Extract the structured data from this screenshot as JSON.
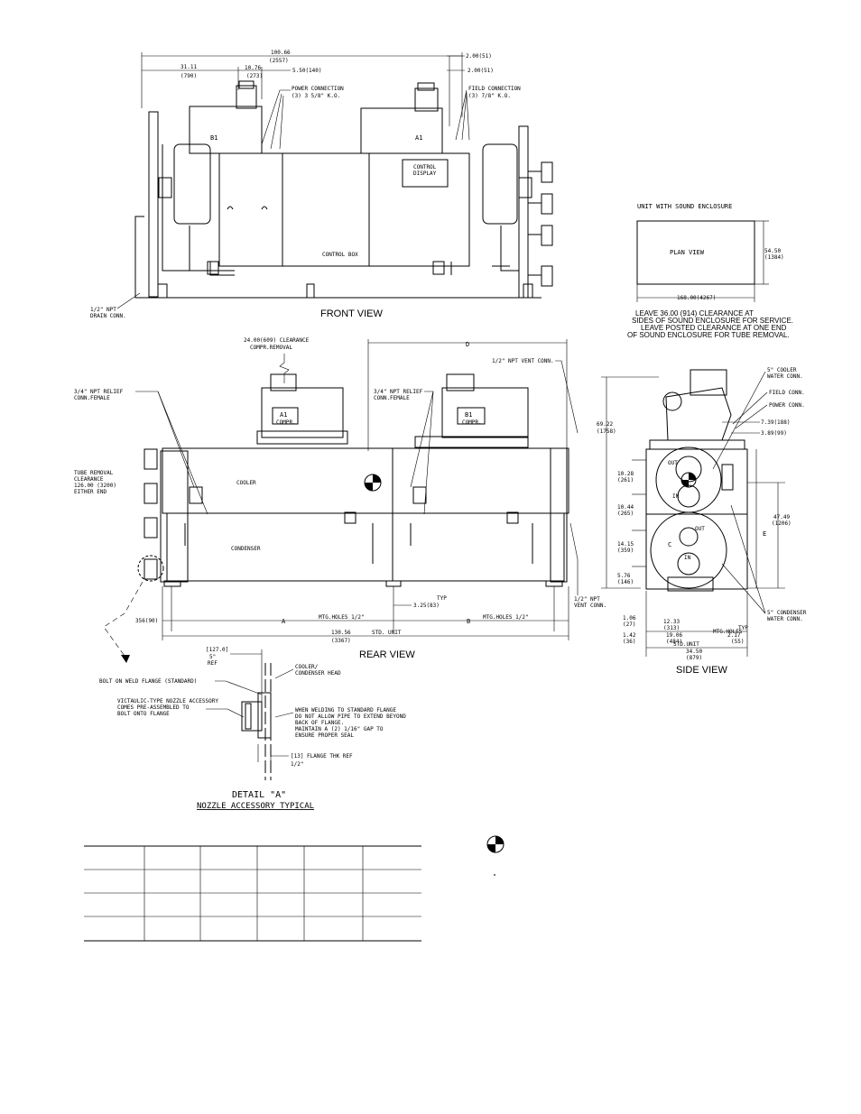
{
  "front_view": {
    "title": "FRONT VIEW",
    "dims": {
      "overall": "100.66",
      "overall_mm": "(2557)",
      "d1": "31.11",
      "d1_mm": "(790)",
      "d2": "10.76",
      "d2_mm": "(273)",
      "d3": "5.50(140)",
      "d4": "2.00(51)",
      "d5": "2.00(51)"
    },
    "labels": {
      "power_conn_1": "POWER CONNECTION",
      "power_conn_2": "(3) 3 5/8\" K.O.",
      "field_conn_1": "FIELD CONNECTION",
      "field_conn_2": "(3) 7/8\" K.O.",
      "comp_b1": "B1",
      "comp_a1": "A1",
      "control_display_1": "CONTROL",
      "control_display_2": "DISPLAY",
      "control_box": "CONTROL BOX",
      "drain_1": "1/2\" NPT",
      "drain_2": "DRAIN CONN."
    }
  },
  "plan_view": {
    "heading": "UNIT WITH SOUND ENCLOSURE",
    "label": "PLAN VIEW",
    "depth": "54.50",
    "depth_mm": "(1384)",
    "length": "168.00(4267)",
    "note_1": "LEAVE 36.00 (914) CLEARANCE AT",
    "note_2": "SIDES OF SOUND ENCLOSURE FOR SERVICE.",
    "note_3": "LEAVE POSTED CLEARANCE AT ONE END",
    "note_4": "OF SOUND ENCLOSURE FOR TUBE REMOVAL."
  },
  "rear_view": {
    "title": "REAR VIEW",
    "labels": {
      "compr_clear_1": "24.00(609) CLEARANCE",
      "compr_clear_2": "COMPR.REMOVAL",
      "relief_l_1": "3/4\" NPT RELIEF",
      "relief_l_2": "CONN.FEMALE",
      "relief_r_1": "3/4\" NPT RELIEF",
      "relief_r_2": "CONN.FEMALE",
      "vent_top": "1/2\" NPT VENT CONN.",
      "tube_1": "TUBE REMOVAL",
      "tube_2": "CLEARANCE",
      "tube_3": "126.00 (3200)",
      "tube_4": "EITHER END",
      "a1": "A1",
      "compr_l": "COMPR.",
      "b1": "B1",
      "compr_r": "COMPR.",
      "cooler": "COOLER",
      "condenser": "CONDENSER",
      "d": "D",
      "a": "A",
      "b": "B",
      "typ": "TYP",
      "dim_325": "3.25(83)",
      "dim_356": "356(90)",
      "mtg_1": "MTG.HOLES 1/2\"",
      "mtg_2": "MTG.HOLES 1/2\"",
      "std_len": "130.56",
      "std_len_mm": "(3367)",
      "std_unit": "STD. UNIT",
      "vent_bot_1": "1/2\" NPT",
      "vent_bot_2": "VENT CONN."
    }
  },
  "side_view": {
    "title": "SIDE VIEW",
    "labels": {
      "cooler_water_1": "5\" COOLER",
      "cooler_water_2": "WATER CONN.",
      "field_conn": "FIELD CONN.",
      "power_conn": "POWER CONN.",
      "d739": "7.39(188)",
      "d389": "3.89(99)",
      "h": "69.22",
      "h_mm": "(1758)",
      "d1028": "10.28",
      "d1028_mm": "(261)",
      "d1044": "10.44",
      "d1044_mm": "(265)",
      "d1415": "14.15",
      "d1415_mm": "(359)",
      "d576": "5.76",
      "d576_mm": "(146)",
      "d4749": "47.49",
      "d4749_mm": "(1206)",
      "e": "E",
      "c": "C",
      "cond_water_1": "5\" CONDENSER",
      "cond_water_2": "WATER CONN.",
      "d106": "1.06",
      "d106_mm": "(27)",
      "d142": "1.42",
      "d142_mm": "(36)",
      "d1233": "12.33",
      "d1233_mm": "(313)",
      "d1906": "19.06",
      "d1906_mm": "(484)",
      "mtg": "MTG.HOLES",
      "typ": "TYP",
      "d217": "2.17",
      "d217_mm": "(55)",
      "std_unit": "STD.UNIT",
      "d3450": "34.50",
      "d3450_mm": "(879)",
      "out": "OUT",
      "in": "IN"
    }
  },
  "detail_a": {
    "ref_1": "[127.0]",
    "ref_2": "5\"",
    "ref_3": "REF",
    "bolt": "BOLT ON WELD FLANGE (STANDARD)",
    "head_1": "COOLER/",
    "head_2": "CONDENSER HEAD",
    "vic_1": "VICTAULIC-TYPE NOZZLE ACCESSORY",
    "vic_2": "COMES PRE-ASSEMBLED TO",
    "vic_3": "BOLT ONTO FLANGE",
    "weld_1": "WHEN WELDING TO STANDARD FLANGE",
    "weld_2": "DO NOT ALLOW PIPE TO EXTEND BEYOND",
    "weld_3": "BACK OF FLANGE.",
    "weld_4": "MAINTAIN A (2) 1/16\" GAP TO",
    "weld_5": "ENSURE PROPER SEAL",
    "flange_1": "[13] FLANGE THK REF",
    "flange_2": "1/2\"",
    "title": "DETAIL \"A\"",
    "subtitle": "NOZZLE ACCESSORY TYPICAL"
  },
  "legend": {
    "quote_mark": "\""
  },
  "colors": {
    "ink": "#000000",
    "paper": "#ffffff"
  }
}
